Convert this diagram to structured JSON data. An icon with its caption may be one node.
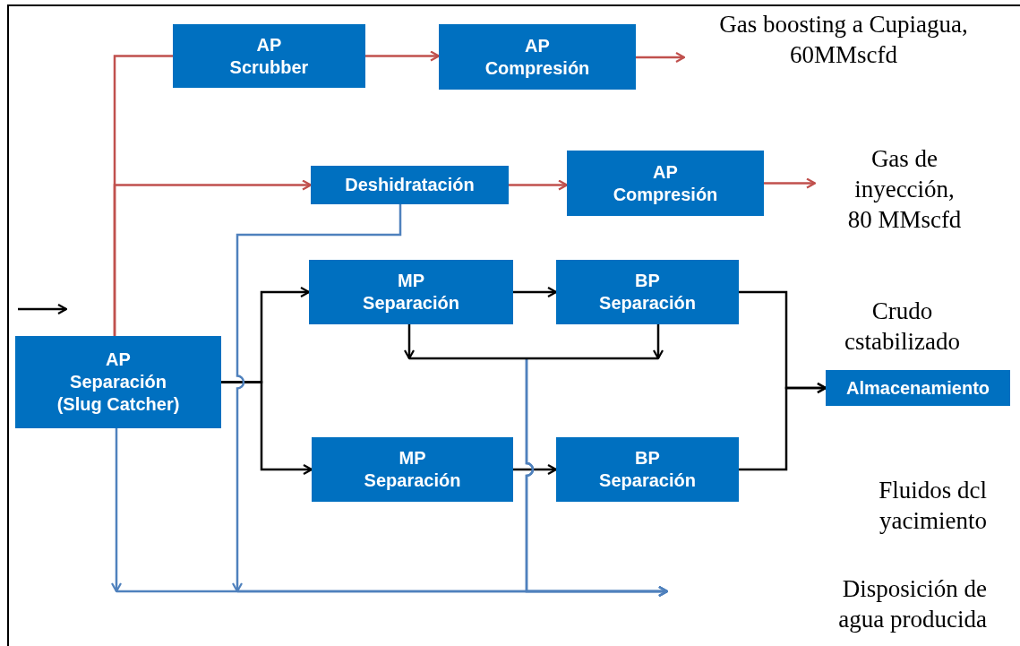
{
  "diagram": {
    "nodes": [
      {
        "text": [
          "AP",
          "Scrubber"
        ]
      },
      {
        "text": [
          "AP",
          "Compresión"
        ]
      },
      {
        "text": [
          "Gas boosting a Cupiagua, 60MMscfd"
        ]
      },
      {
        "text": [
          "Deshidratación"
        ]
      },
      {
        "text": [
          "AP",
          "Compresión"
        ]
      },
      {
        "text": [
          "Gas de inyección, 80 MMscfd"
        ]
      },
      {
        "text": [
          "MP",
          "Separación"
        ]
      },
      {
        "text": [
          "BP",
          "Separación"
        ]
      },
      {
        "text": [
          "AP",
          "Separación (Slug Catcher)"
        ]
      },
      {
        "text": [
          "Almacenamiento"
        ],
        "beside": [
          "Crudo cstabilizado"
        ]
      },
      {
        "text": [
          "MP",
          "Separación"
        ]
      },
      {
        "text": [
          "BP",
          "Separación"
        ]
      }
    ],
    "edges": [
      {
        "from": 8,
        "to": 0,
        "arrow": "none",
        "color": "#c0504d"
      },
      {
        "from": 0,
        "to": 1,
        "arrow": "to",
        "color": "#c0504d"
      },
      {
        "from": 1,
        "to": 2,
        "arrow": "to",
        "color": "#c0504d"
      },
      {
        "from": 8,
        "to": 3,
        "arrow": "to",
        "color": "#c0504d"
      },
      {
        "from": 3,
        "to": 4,
        "arrow": "to",
        "color": "#c0504d"
      },
      {
        "from": 4,
        "to": 5,
        "arrow": "to",
        "color": "#c0504d"
      },
      {
        "from": 8,
        "to": 6,
        "arrow": "to",
        "color": "#000000"
      },
      {
        "from": 8,
        "to": 10,
        "arrow": "to",
        "color": "#000000"
      },
      {
        "from": 6,
        "to": 7,
        "arrow": "to",
        "color": "#000000"
      },
      {
        "from": 10,
        "to": 11,
        "arrow": "to",
        "color": "#000000"
      },
      {
        "from": 7,
        "to": 9,
        "arrow": "to",
        "color": "#000000"
      },
      {
        "from": 11,
        "to": 9,
        "arrow": "to",
        "color": "#000000"
      },
      {
        "from": 8,
        "to": null,
        "arrow": "to",
        "color": "#4f81bd"
      },
      {
        "from": 3,
        "to": null,
        "arrow": "to",
        "color": "#4f81bd"
      },
      {
        "from": 6,
        "to": null,
        "arrow": "to",
        "color": "#4f81bd"
      },
      {
        "from": 7,
        "to": null,
        "arrow": "to",
        "color": "#4f81bd"
      }
    ],
    "labels": [
      "Fluidos dcl yacimiento",
      "Disposición de agua producida"
    ]
  }
}
